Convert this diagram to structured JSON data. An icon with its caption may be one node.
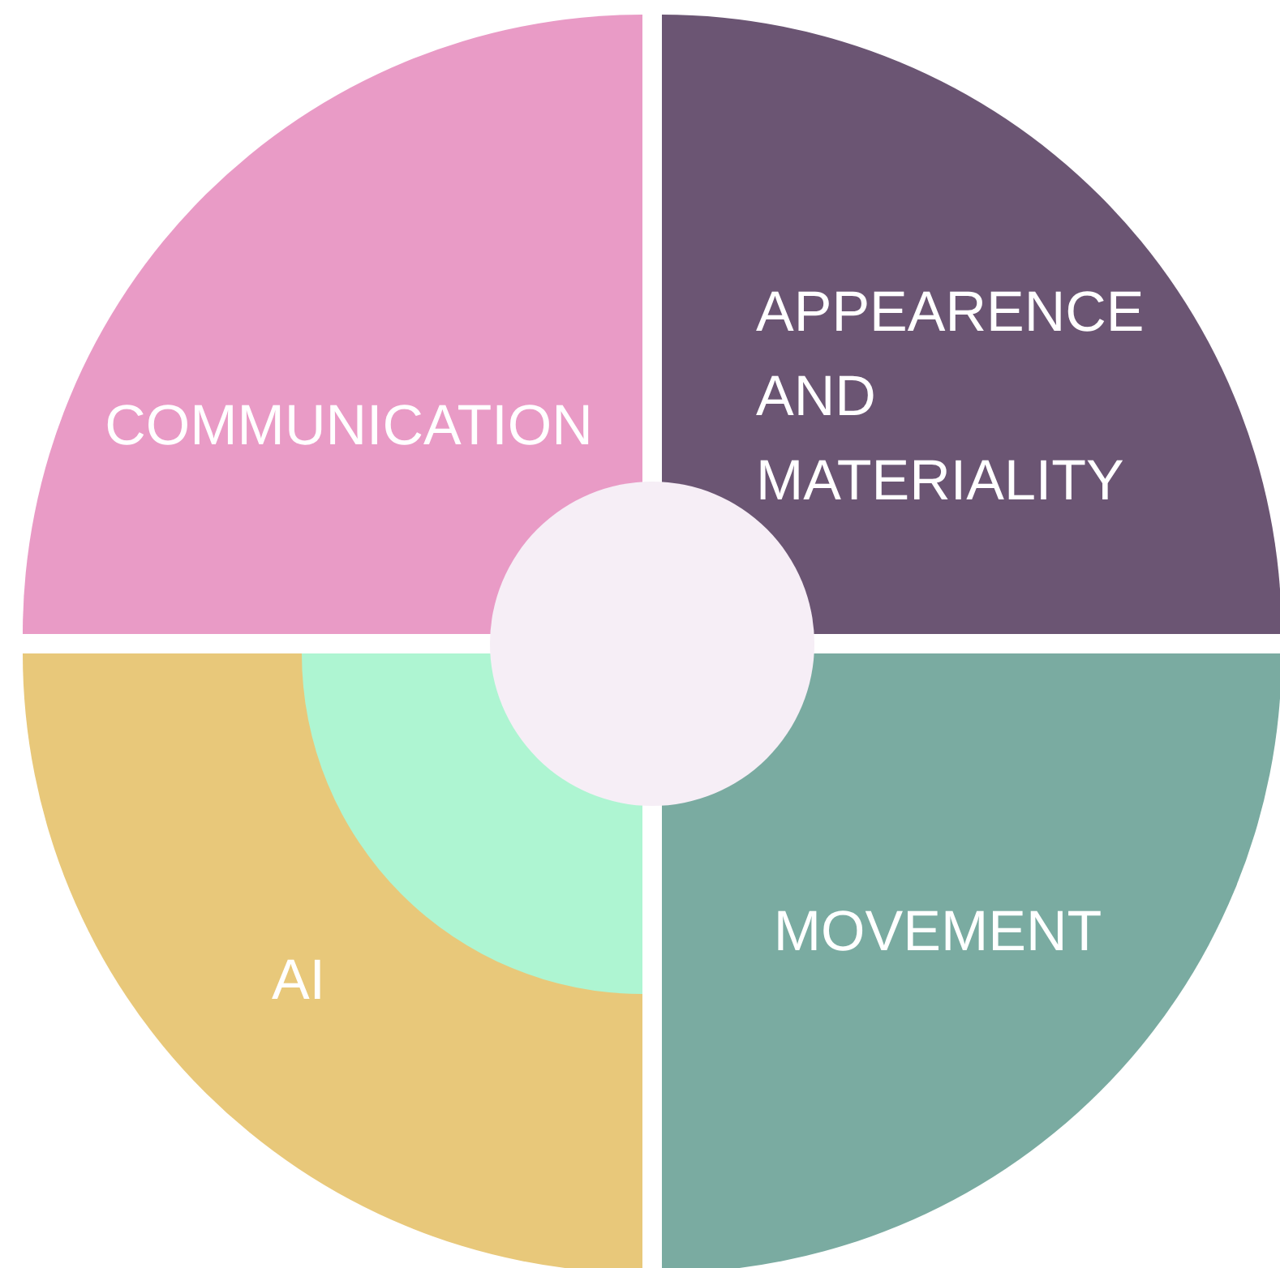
{
  "diagram": {
    "nodes": [
      {
        "text": [
          "COMMUNICATION"
        ]
      },
      {
        "text": [
          "APPEARENCE AND MATERIALITY"
        ]
      },
      {
        "text": [
          "AI"
        ]
      },
      {
        "text": [
          "MOVEMENT"
        ]
      },
      {
        "text": [],
        "shape": "sector",
        "in": 2
      },
      {
        "text": [],
        "shape": "circle"
      }
    ],
    "edges": []
  }
}
